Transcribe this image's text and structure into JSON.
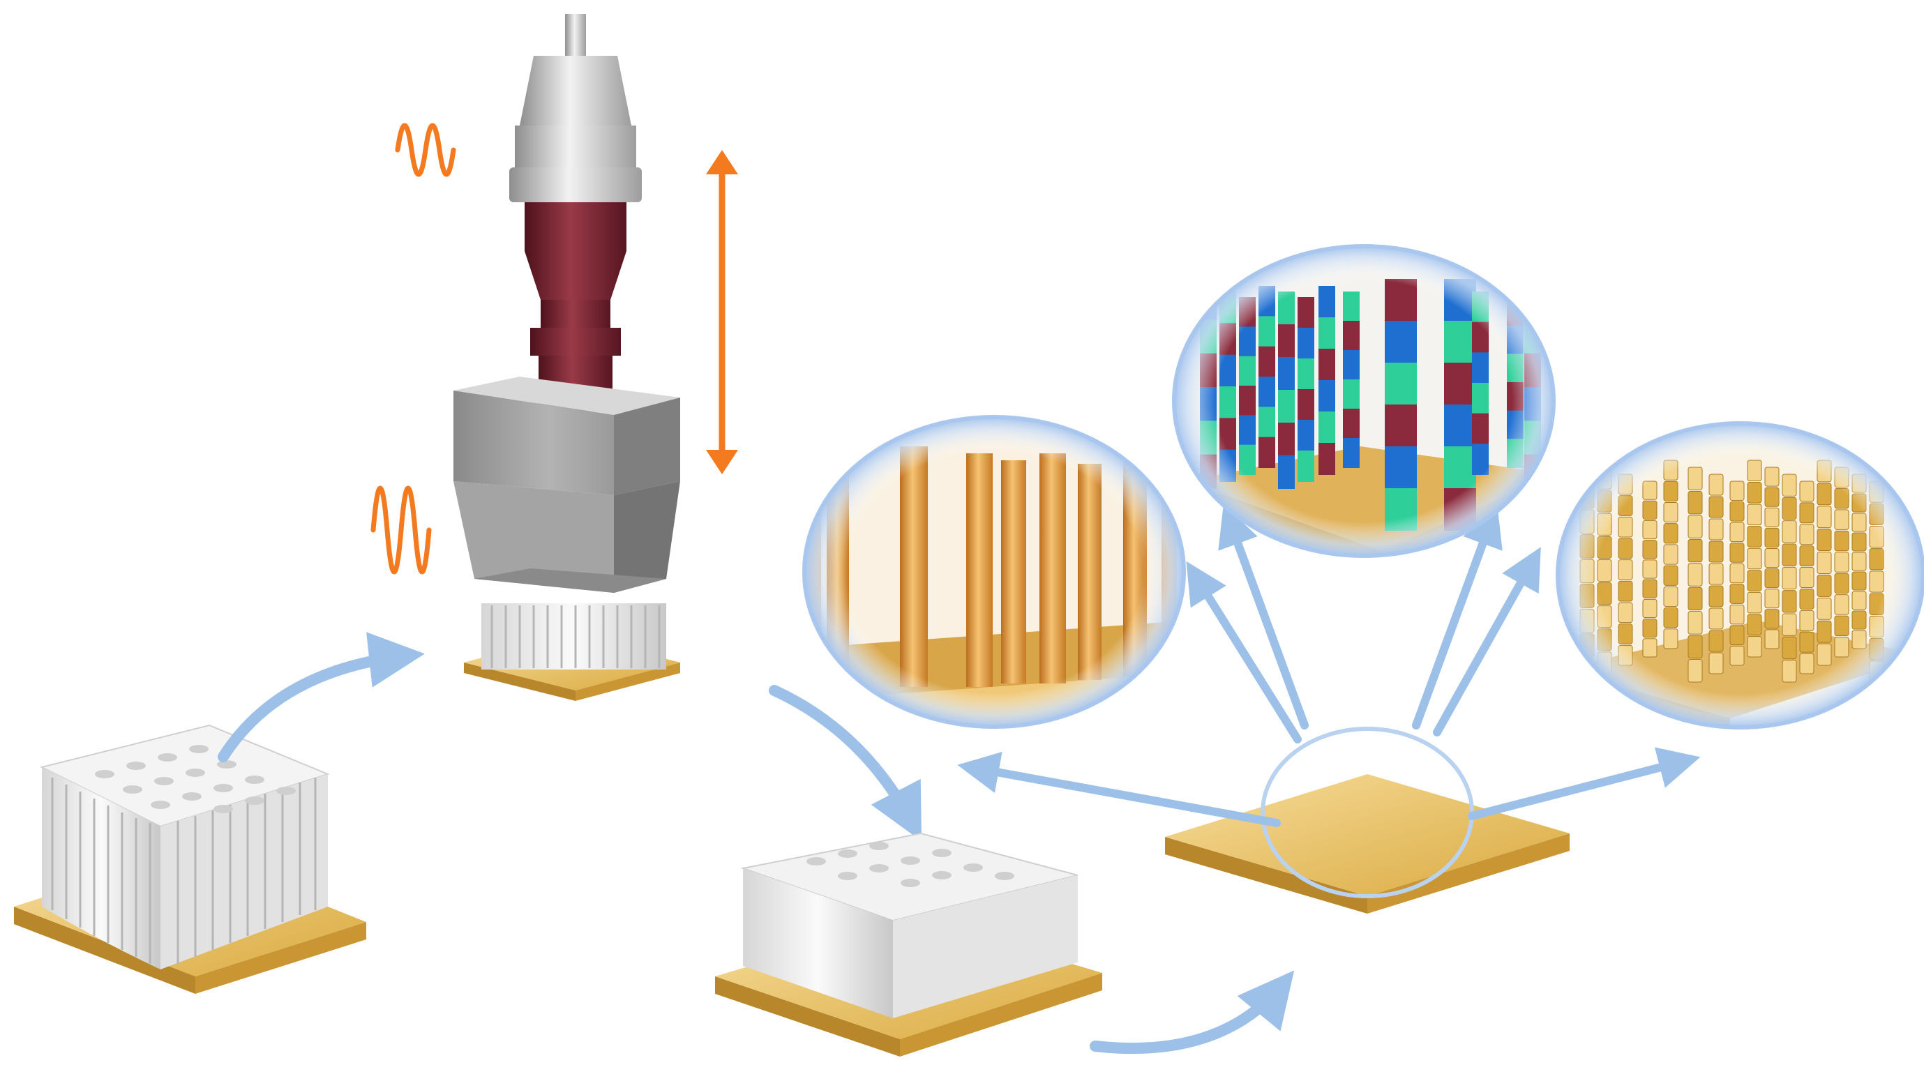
{
  "figure": {
    "text_labels": [],
    "colors": {
      "background": "#ffffff",
      "gold_light": "#f3d48a",
      "gold": "#d9a93f",
      "gold_dark": "#a87a22",
      "copper_rod": "#e39a3c",
      "template_white": "#eeeeee",
      "template_shadow": "#bdbdbd",
      "horn_silver": "#c9c9c9",
      "horn_maroon": "#7a2430",
      "housing_grey": "#9a9a9a",
      "orange_signal": "#f47a20",
      "flow_arrow_blue": "#9cc0e8",
      "magnifier_ring": "#b8d2f0",
      "segment_blue": "#1f6fd1",
      "segment_green": "#2fcf9a",
      "segment_maroon": "#8a2a3c"
    },
    "stages": [
      {
        "id": "template-on-substrate",
        "icon": "porous-template-icon"
      },
      {
        "id": "ultrasonic-pressing",
        "icon": "ultrasonic-horn-icon"
      },
      {
        "id": "filled-template",
        "icon": "filled-template-icon"
      },
      {
        "id": "nanowire-array",
        "icon": "nanowire-array-icon"
      }
    ],
    "zoom_views": [
      {
        "id": "single-metal-rods",
        "icon": "magnified-rods-icon"
      },
      {
        "id": "multi-segment-rods",
        "icon": "magnified-segmented-rods-icon"
      },
      {
        "id": "layered-rods",
        "icon": "magnified-stacked-rods-icon"
      }
    ]
  }
}
